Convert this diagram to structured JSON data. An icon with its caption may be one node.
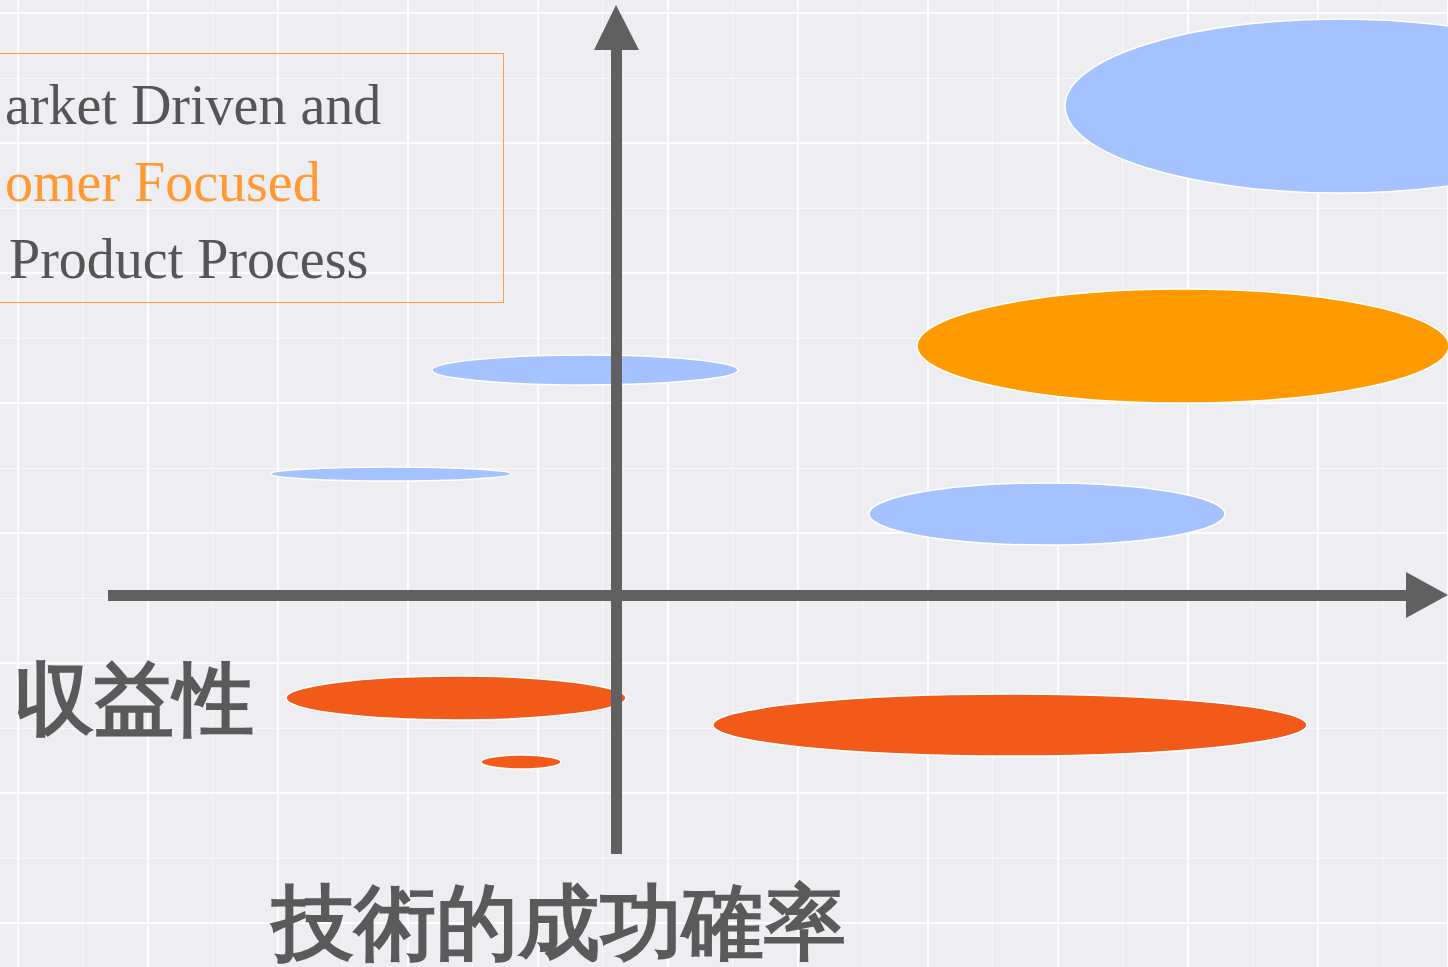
{
  "diagram": {
    "nodes": [
      {
        "text": [
          "arket Driven and",
          "omer Focused",
          "Product Process"
        ]
      }
    ],
    "edges": [],
    "labels": [
      "収益性",
      "技術的成功確率"
    ]
  }
}
